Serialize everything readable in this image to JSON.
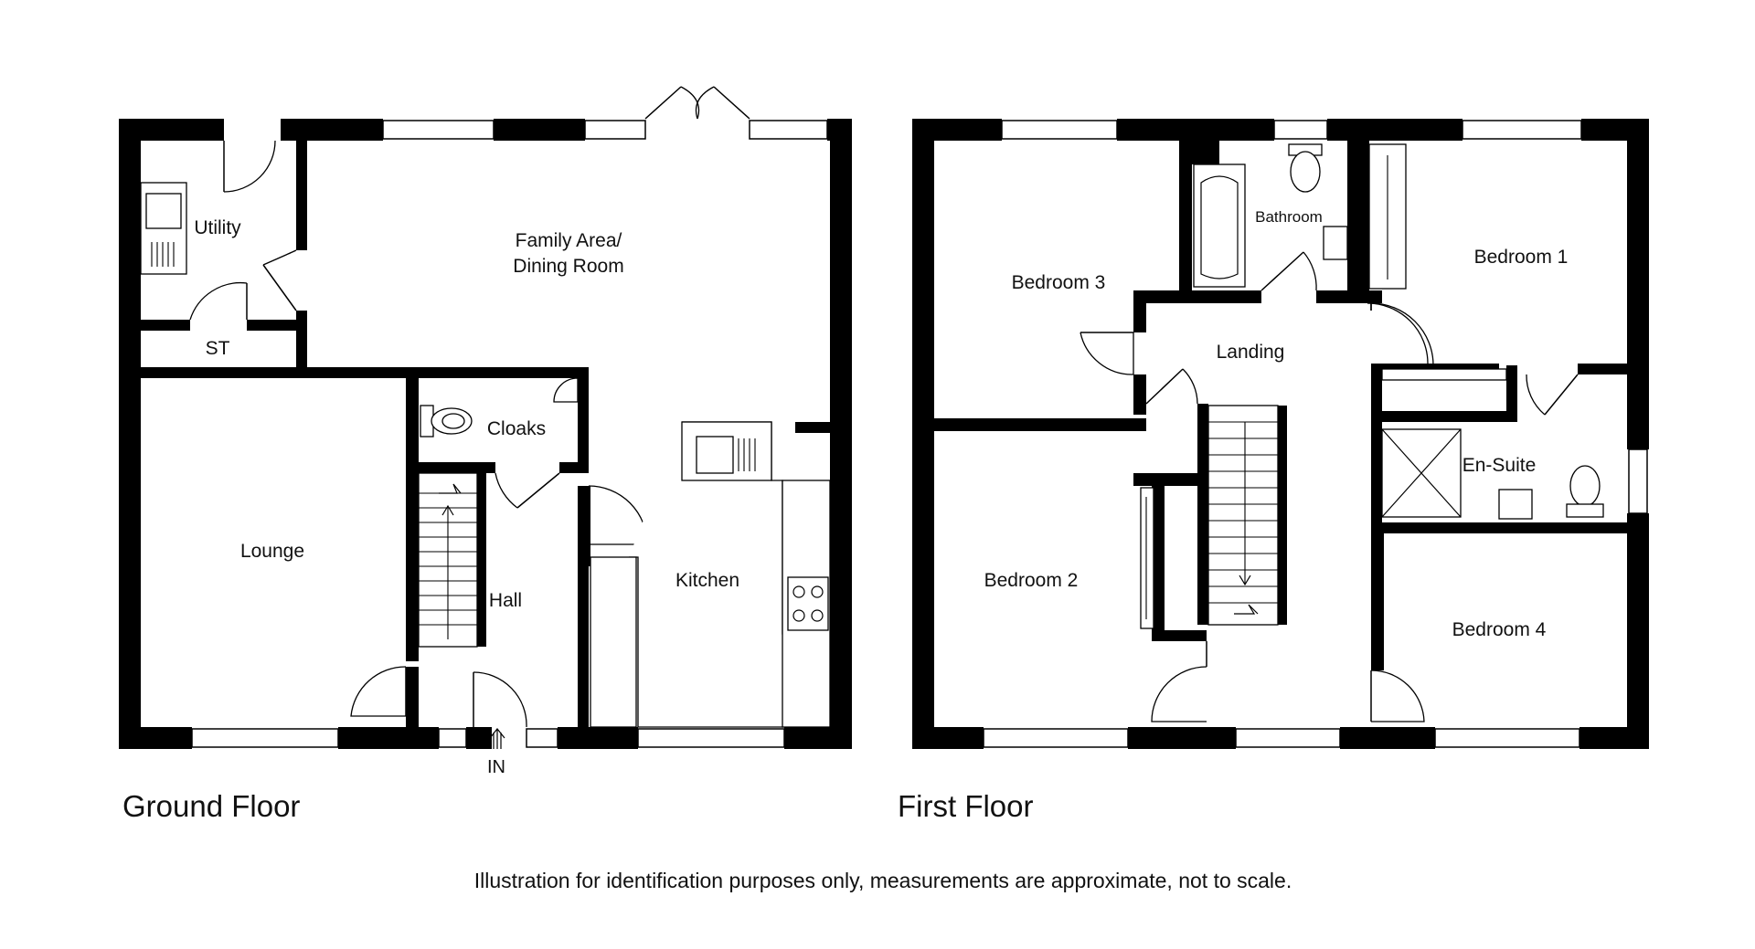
{
  "ground_floor": {
    "title": "Ground Floor",
    "rooms": {
      "utility": "Utility",
      "family_dining": [
        "Family Area/",
        "Dining Room"
      ],
      "st": "ST",
      "cloaks": "Cloaks",
      "lounge": "Lounge",
      "hall": "Hall",
      "kitchen": "Kitchen"
    },
    "entrance_label": "IN"
  },
  "first_floor": {
    "title": "First Floor",
    "rooms": {
      "bedroom_3": "Bedroom 3",
      "bathroom": "Bathroom",
      "bedroom_1": "Bedroom 1",
      "landing": "Landing",
      "en_suite": "En-Suite",
      "bedroom_2": "Bedroom 2",
      "bedroom_4": "Bedroom 4"
    }
  },
  "footer": {
    "disclaimer": "Illustration for identification purposes only, measurements are approximate, not to scale."
  }
}
